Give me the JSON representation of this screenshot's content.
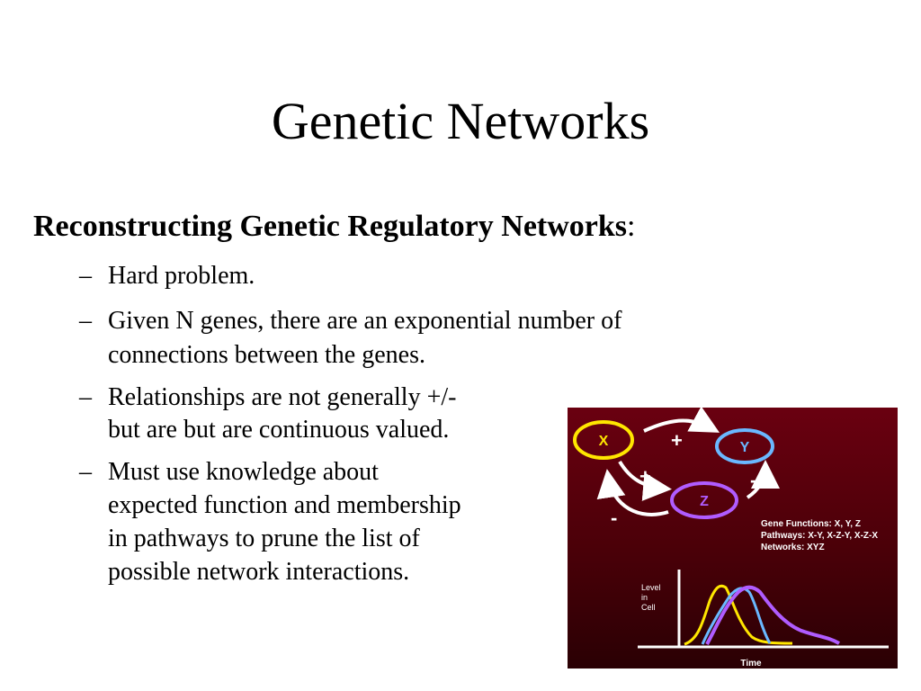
{
  "slide": {
    "title": "Genetic Networks",
    "subheading_bold": "Reconstructing Genetic Regulatory Networks",
    "subheading_suffix": ":",
    "bullets": [
      {
        "dash": "–",
        "lines": [
          "Hard problem."
        ]
      },
      {
        "dash": "–",
        "lines": [
          "Given N genes, there are an exponential number of",
          "connections between the genes."
        ]
      },
      {
        "dash": "–",
        "lines": [
          "Relationships are not generally +/-",
          "but are but are continuous valued."
        ]
      },
      {
        "dash": "–",
        "lines": [
          "Must use knowledge about",
          "expected function and membership",
          "in pathways to prune the list of",
          "possible network interactions."
        ]
      }
    ]
  },
  "figure": {
    "background": "#5a000c",
    "nodes": [
      {
        "label": "X",
        "color": "#ffe600"
      },
      {
        "label": "Y",
        "color": "#6ab8ff"
      },
      {
        "label": "Z",
        "color": "#b05cff"
      }
    ],
    "signs": [
      "+",
      "+",
      "-",
      "-"
    ],
    "info_lines": [
      "Gene Functions: X, Y, Z",
      "Pathways: X-Y, X-Z-Y, X-Z-X",
      "Networks: XYZ"
    ],
    "y_axis_label": [
      "Level",
      "in",
      "Cell"
    ],
    "x_axis_label": "Time",
    "curve_colors": {
      "x": "#ffe600",
      "y": "#6ab8ff",
      "z": "#b05cff"
    }
  }
}
